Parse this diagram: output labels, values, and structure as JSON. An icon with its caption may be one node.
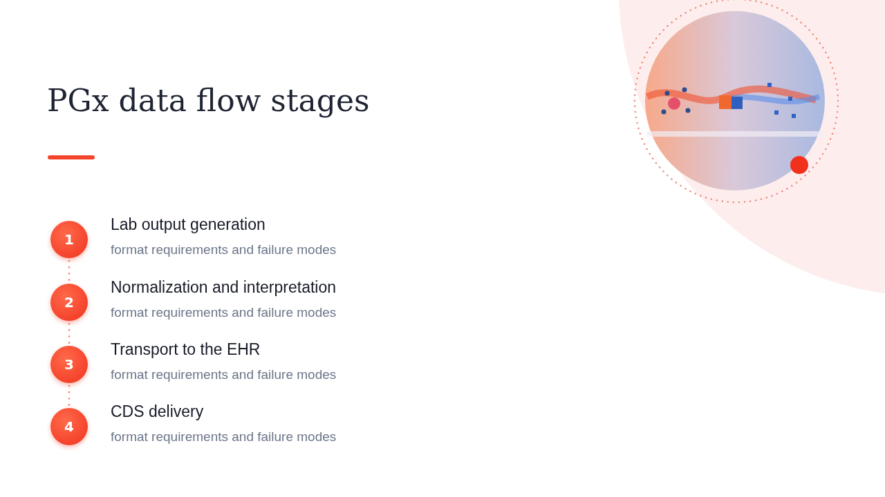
{
  "diagram": {
    "title": "PGx data flow stages",
    "nodes": [
      {
        "text": [
          "1"
        ],
        "beside": [
          "Lab output generation",
          "format requirements and failure modes"
        ]
      },
      {
        "text": [
          "2"
        ],
        "beside": [
          "Normalization and interpretation",
          "format requirements and failure modes"
        ]
      },
      {
        "text": [
          "3"
        ],
        "beside": [
          "Transport to the EHR",
          "format requirements and failure modes"
        ]
      },
      {
        "text": [
          "4"
        ],
        "beside": [
          "CDS delivery",
          "format requirements and failure modes"
        ]
      }
    ],
    "edges": [
      {
        "from": 0,
        "to": 1,
        "arrow": "none"
      },
      {
        "from": 1,
        "to": 2,
        "arrow": "none"
      },
      {
        "from": 2,
        "to": 3,
        "arrow": "none"
      }
    ]
  }
}
